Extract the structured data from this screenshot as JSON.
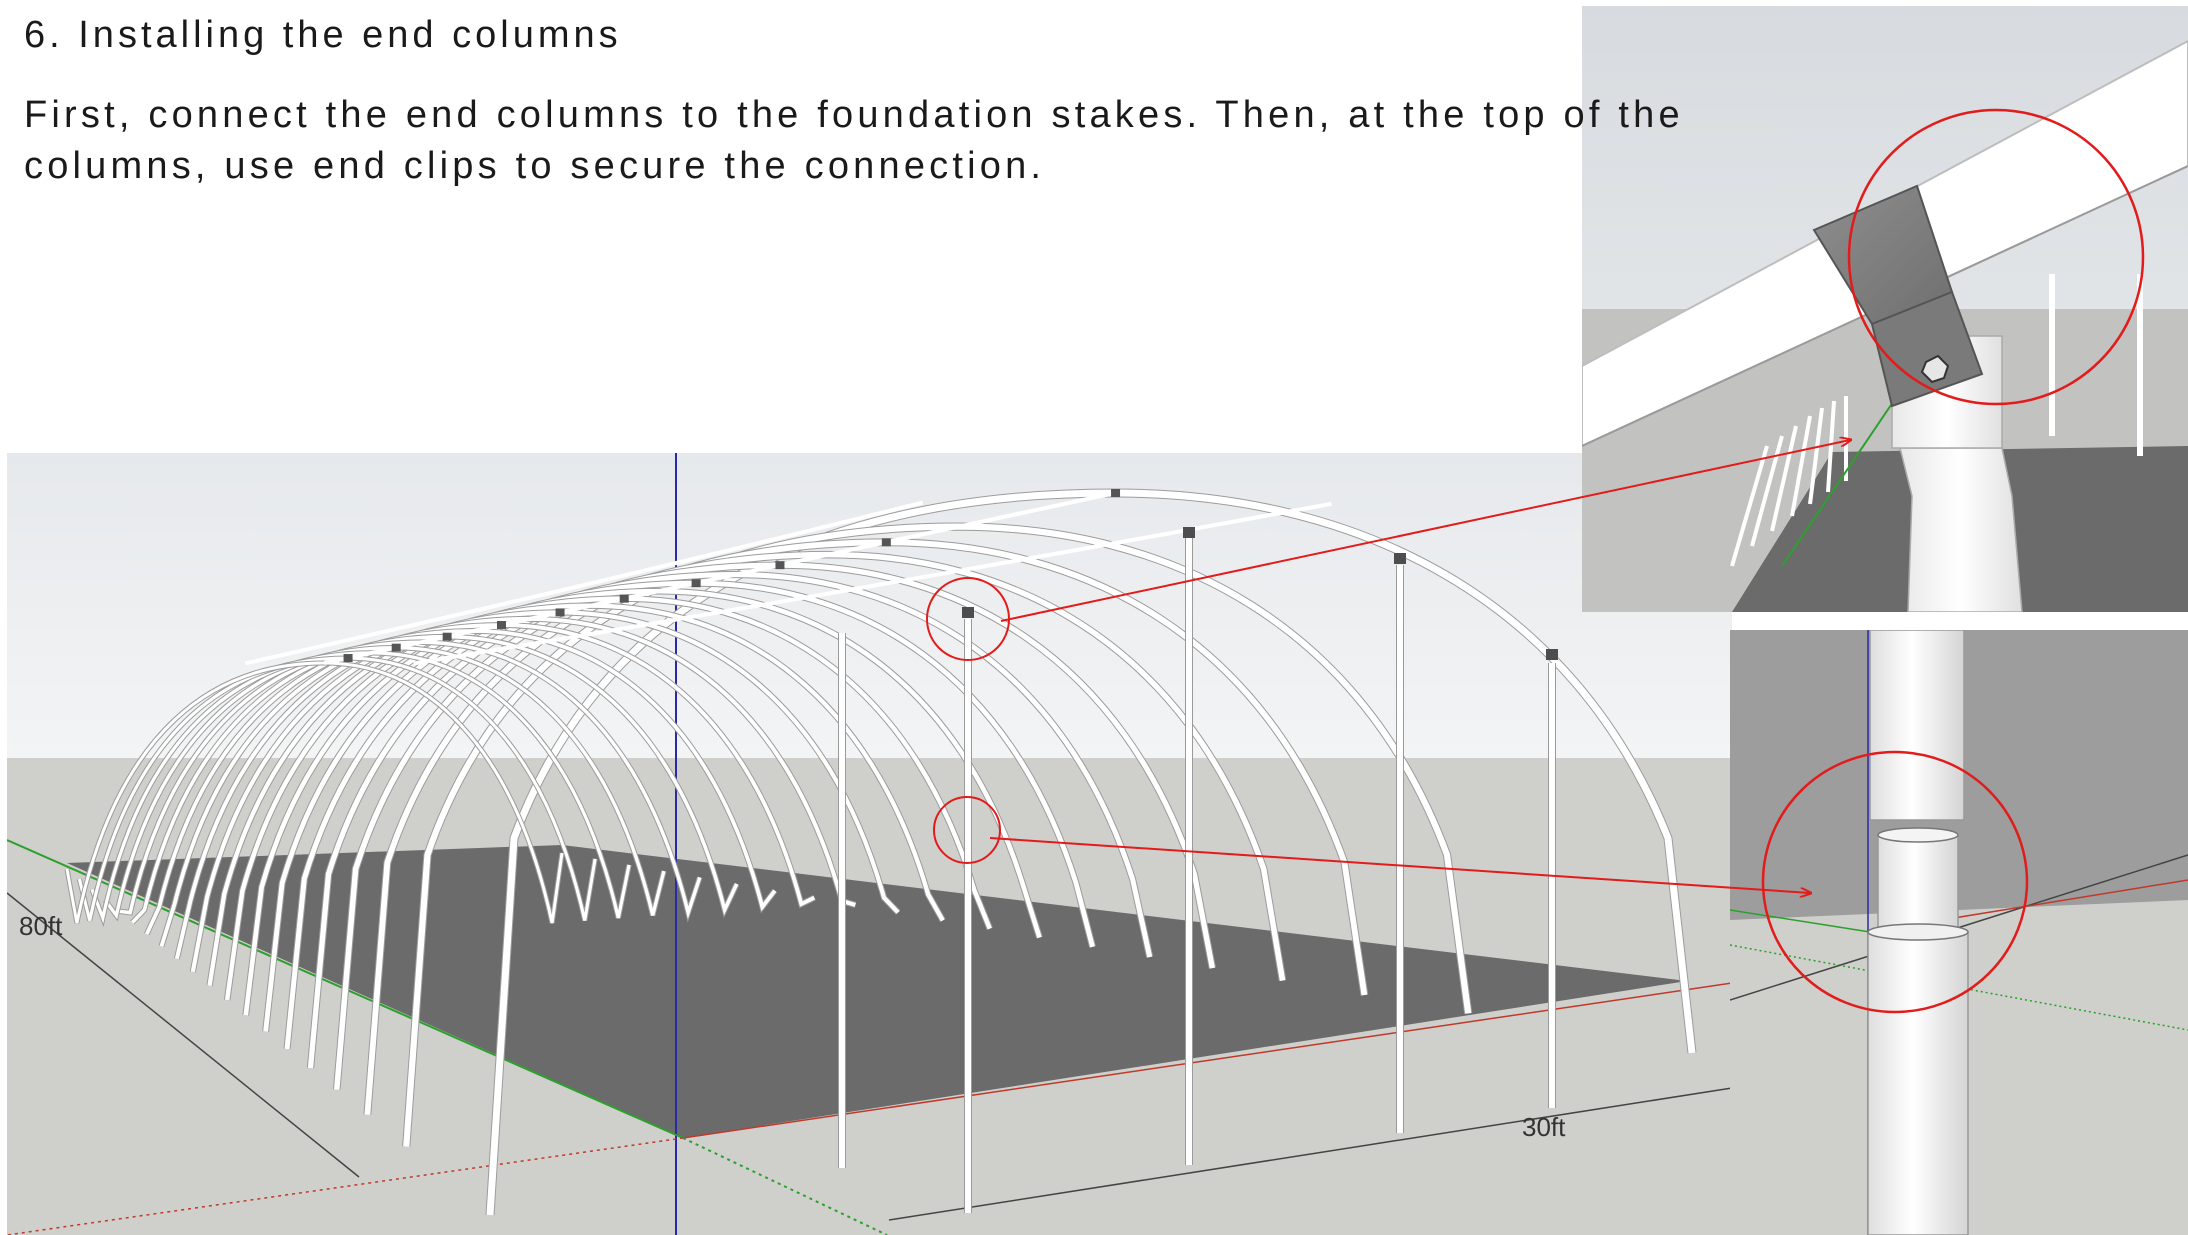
{
  "step": {
    "title": "6. Installing the end columns",
    "body_line_1": "First, connect the end columns to the foundation stakes. Then, at the top of the",
    "body_line_2": "columns, use end clips to secure the connection."
  },
  "scene": {
    "length_label": "80ft",
    "width_label": "30ft"
  },
  "colors": {
    "callout": "#e21b1b",
    "axis_blue": "#2a2aa8",
    "axis_green": "#2ca02c",
    "axis_red": "#c0392b",
    "ground": "#cfcfcb",
    "floor": "#6b6b6b",
    "sky": "#eef0f2",
    "pipe": "#ffffff",
    "clip": "#7d7d7d"
  },
  "icons": [
    "end-clip-icon",
    "bolt-icon"
  ]
}
